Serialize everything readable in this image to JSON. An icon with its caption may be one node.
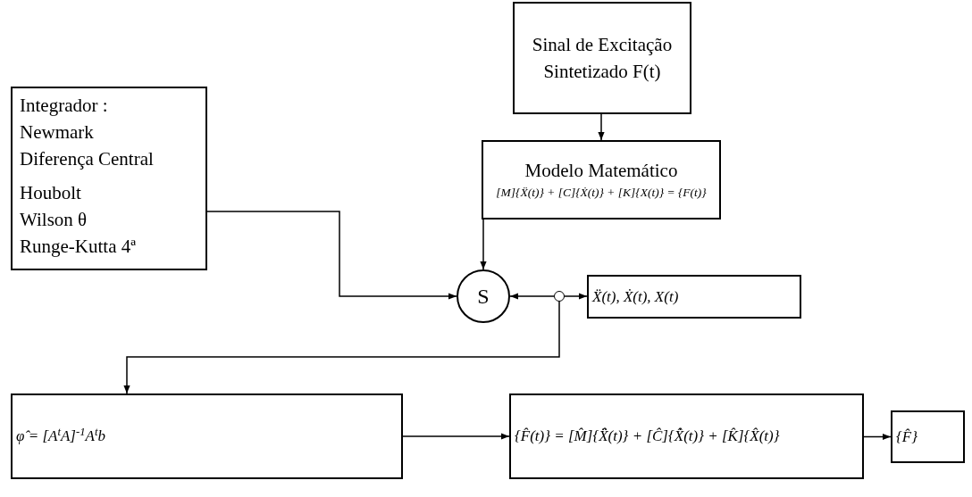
{
  "diagram": {
    "nodes": [
      {
        "text": [
          "Sinal de Excitação Sintetizado F(t)"
        ]
      },
      {
        "text": [
          "Integrador :",
          "Newmark",
          "Diferença Central",
          "Houbolt",
          "Wilson θ",
          "Runge-Kutta 4ª"
        ]
      },
      {
        "text": [
          "Modelo Matemático",
          "[M]{Ẍ(t)} + [C]{Ẋ(t)} + [K]{X(t)} = {F(t)}"
        ]
      },
      {
        "text": [
          "S"
        ]
      },
      {
        "text": [],
        "shape": "circle"
      },
      {
        "text": [
          "Ẍ(t), Ẋ(t), X(t)"
        ]
      },
      {
        "text": [
          "φ̂ = [A$^{t}$A]$^{-1}$A$^{t}$b"
        ]
      },
      {
        "text": [
          "{F̂(t)} = [M̂]{X̂̈(t)} + [Ĉ]{X̂̇(t)} + [K̂]{X̂(t)}"
        ]
      },
      {
        "text": [
          "{F̂}"
        ]
      }
    ],
    "edges": [
      {
        "from": 0,
        "to": 2,
        "arrow": "to"
      },
      {
        "from": 2,
        "to": 3,
        "arrow": "to"
      },
      {
        "from": 1,
        "to": 3,
        "arrow": "to"
      },
      {
        "from": 4,
        "to": 3,
        "arrow": "to"
      },
      {
        "from": 4,
        "to": 5,
        "arrow": "to"
      },
      {
        "from": 4,
        "to": 6,
        "arrow": "to"
      },
      {
        "from": 6,
        "to": 7,
        "arrow": "to"
      },
      {
        "from": 7,
        "to": 8,
        "arrow": "to"
      }
    ]
  }
}
